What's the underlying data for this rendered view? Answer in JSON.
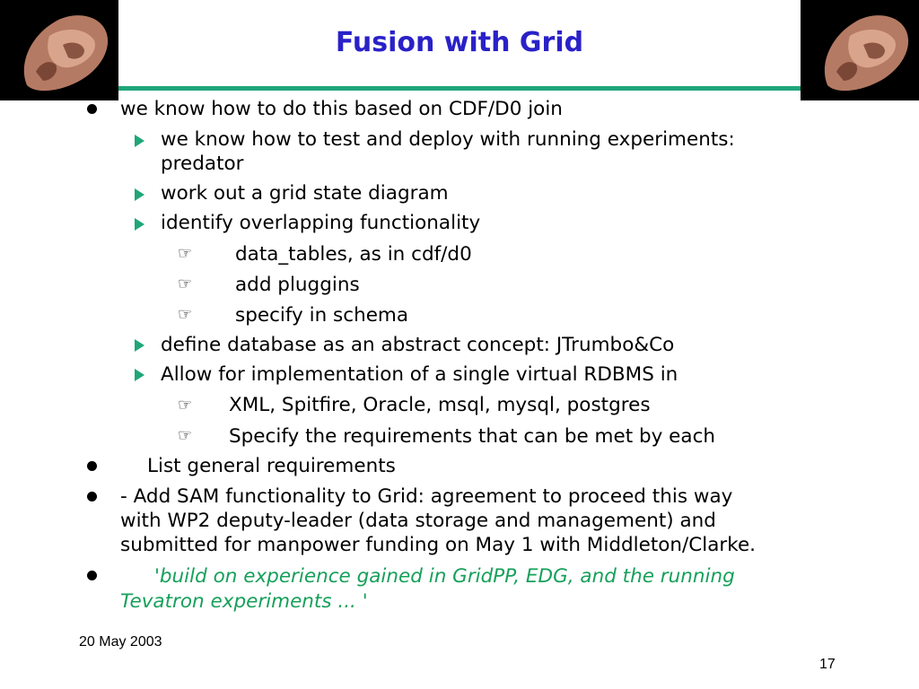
{
  "slide": {
    "title": "Fusion with Grid",
    "date": "20 May 2003",
    "page_number": "17",
    "accent_color": "#1fa67a",
    "title_color": "#2a21c8",
    "quote_color": "#16a05a"
  },
  "content": {
    "b1": "we know how to do this based on CDF/D0 join",
    "s1a": "we know how to test and  deploy with running experiments:",
    "s1a_cont": "predator",
    "s1b": "work out a grid state diagram",
    "s1c": "identify overlapping functionality",
    "t1": "data_tables, as in cdf/d0",
    "t2": "add pluggins",
    "t3": "specify in schema",
    "s1d": " define database as an abstract concept: JTrumbo&Co",
    "s1e": "Allow for implementation of a single virtual RDBMS in",
    "t4": "XML, Spitfire, Oracle, msql, mysql, postgres",
    "t5": "Specify the requirements that can be met by each",
    "b2": "List general requirements",
    "b3_l1": " - Add SAM functionality to Grid: agreement to proceed this way",
    "b3_l2": "with WP2 deputy-leader (data storage and management) and",
    "b3_l3": "submitted for manpower funding on May 1 with Middleton/Clarke.",
    "b4_l1": "'build on experience gained in GridPP, EDG, and the running",
    "b4_l2": "Tevatron experiments ... '"
  },
  "icons": {
    "bullet": "filled-circle-bullet",
    "sub_bullet": "arrowhead-bullet",
    "tertiary_bullet": "pointing-hand-bullet",
    "corner_logo": "grid-logo-image"
  }
}
